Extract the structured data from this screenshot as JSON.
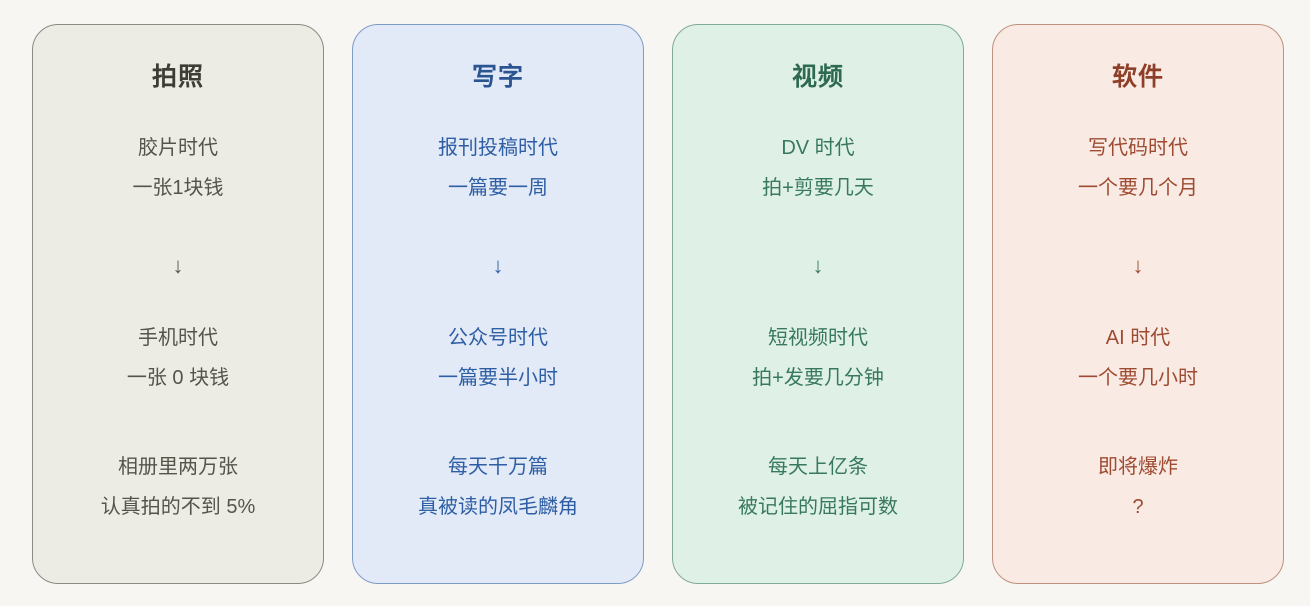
{
  "page": {
    "background": "#f7f6f2"
  },
  "cards": [
    {
      "id": "photography",
      "title": "拍照",
      "theme": {
        "bg": "#edece4",
        "border": "#8b8b83",
        "title_color": "#3d3d36",
        "text_color": "#54544b"
      },
      "era1": {
        "line1": "胶片时代",
        "line2": "一张1块钱"
      },
      "arrow": "↓",
      "era2": {
        "line1": "手机时代",
        "line2": "一张 0 块钱"
      },
      "outcome": {
        "line1": "相册里两万张",
        "line2": "认真拍的不到 5%"
      }
    },
    {
      "id": "writing",
      "title": "写字",
      "theme": {
        "bg": "#e2eaf8",
        "border": "#7e9cc9",
        "title_color": "#2a5492",
        "text_color": "#2e5ea4"
      },
      "era1": {
        "line1": "报刊投稿时代",
        "line2": "一篇要一周"
      },
      "arrow": "↓",
      "era2": {
        "line1": "公众号时代",
        "line2": "一篇要半小时"
      },
      "outcome": {
        "line1": "每天千万篇",
        "line2": "真被读的凤毛麟角"
      }
    },
    {
      "id": "video",
      "title": "视频",
      "theme": {
        "bg": "#dff0e7",
        "border": "#80ab96",
        "title_color": "#2d6a50",
        "text_color": "#38795e"
      },
      "era1": {
        "line1": "DV 时代",
        "line2": "拍+剪要几天"
      },
      "arrow": "↓",
      "era2": {
        "line1": "短视频时代",
        "line2": "拍+发要几分钟"
      },
      "outcome": {
        "line1": "每天上亿条",
        "line2": "被记住的屈指可数"
      }
    },
    {
      "id": "software",
      "title": "软件",
      "theme": {
        "bg": "#f9eae3",
        "border": "#c2907e",
        "title_color": "#8e3f28",
        "text_color": "#9e4b31"
      },
      "era1": {
        "line1": "写代码时代",
        "line2": "一个要几个月"
      },
      "arrow": "↓",
      "era2": {
        "line1": "AI 时代",
        "line2": "一个要几小时"
      },
      "outcome": {
        "line1": "即将爆炸",
        "line2": "?"
      }
    }
  ]
}
